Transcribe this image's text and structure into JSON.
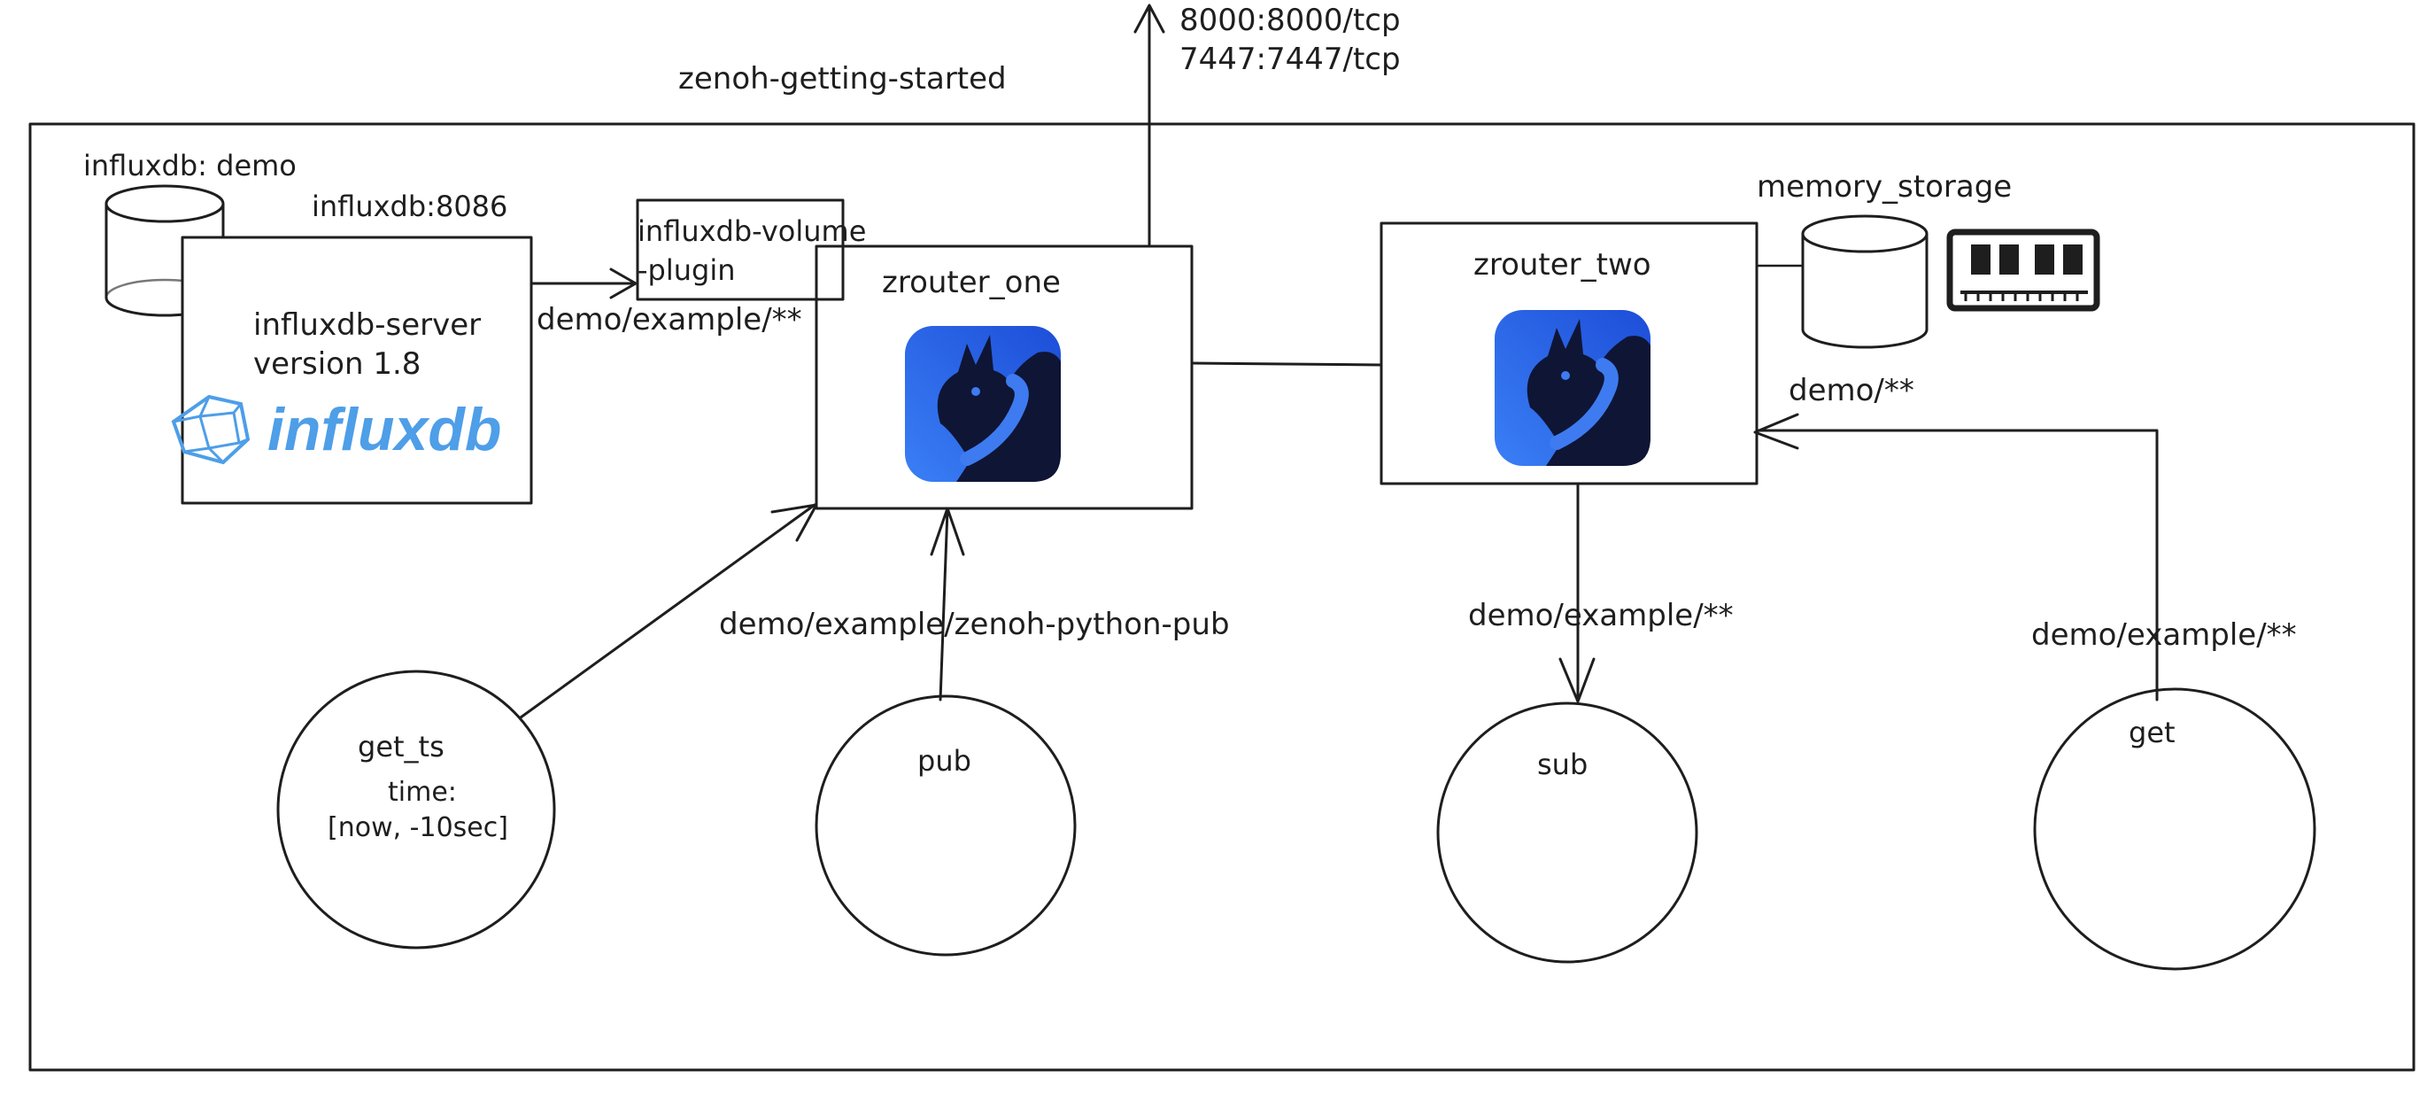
{
  "labels": {
    "ports_line1": "8000:8000/tcp",
    "ports_line2": "7447:7447/tcp",
    "network_name": "zenoh-getting-started",
    "influx_db_name": "influxdb: demo",
    "influx_host_port": "influxdb:8086",
    "influx_server_line1": "influxdb-server",
    "influx_server_line2": "version 1.8",
    "influx_logo_text": "influxdb",
    "plugin_line1": "influxdb-volume",
    "plugin_line2": "-plugin",
    "plugin_key": "demo/example/**",
    "router_one": "zrouter_one",
    "router_two": "zrouter_two",
    "memory_storage": "memory_storage",
    "memory_key": "demo/**",
    "pub_key": "demo/example/zenoh-python-pub",
    "sub_key": "demo/example/**",
    "get_key": "demo/example/**"
  },
  "nodes": {
    "get_ts_title": "get_ts",
    "get_ts_line2": "time:",
    "get_ts_line3": "[now, -10sec]",
    "pub": "pub",
    "sub": "sub",
    "get": "get"
  },
  "colors": {
    "ink": "#1e1e1e",
    "influx_blue": "#4e9ee8",
    "zenoh_dark": "#0f1535",
    "zenoh_blue": "#3e7bf0"
  },
  "icons": [
    "database-icon",
    "influxdb-logo-icon",
    "zenoh-dragon-icon",
    "memory-ram-icon"
  ]
}
